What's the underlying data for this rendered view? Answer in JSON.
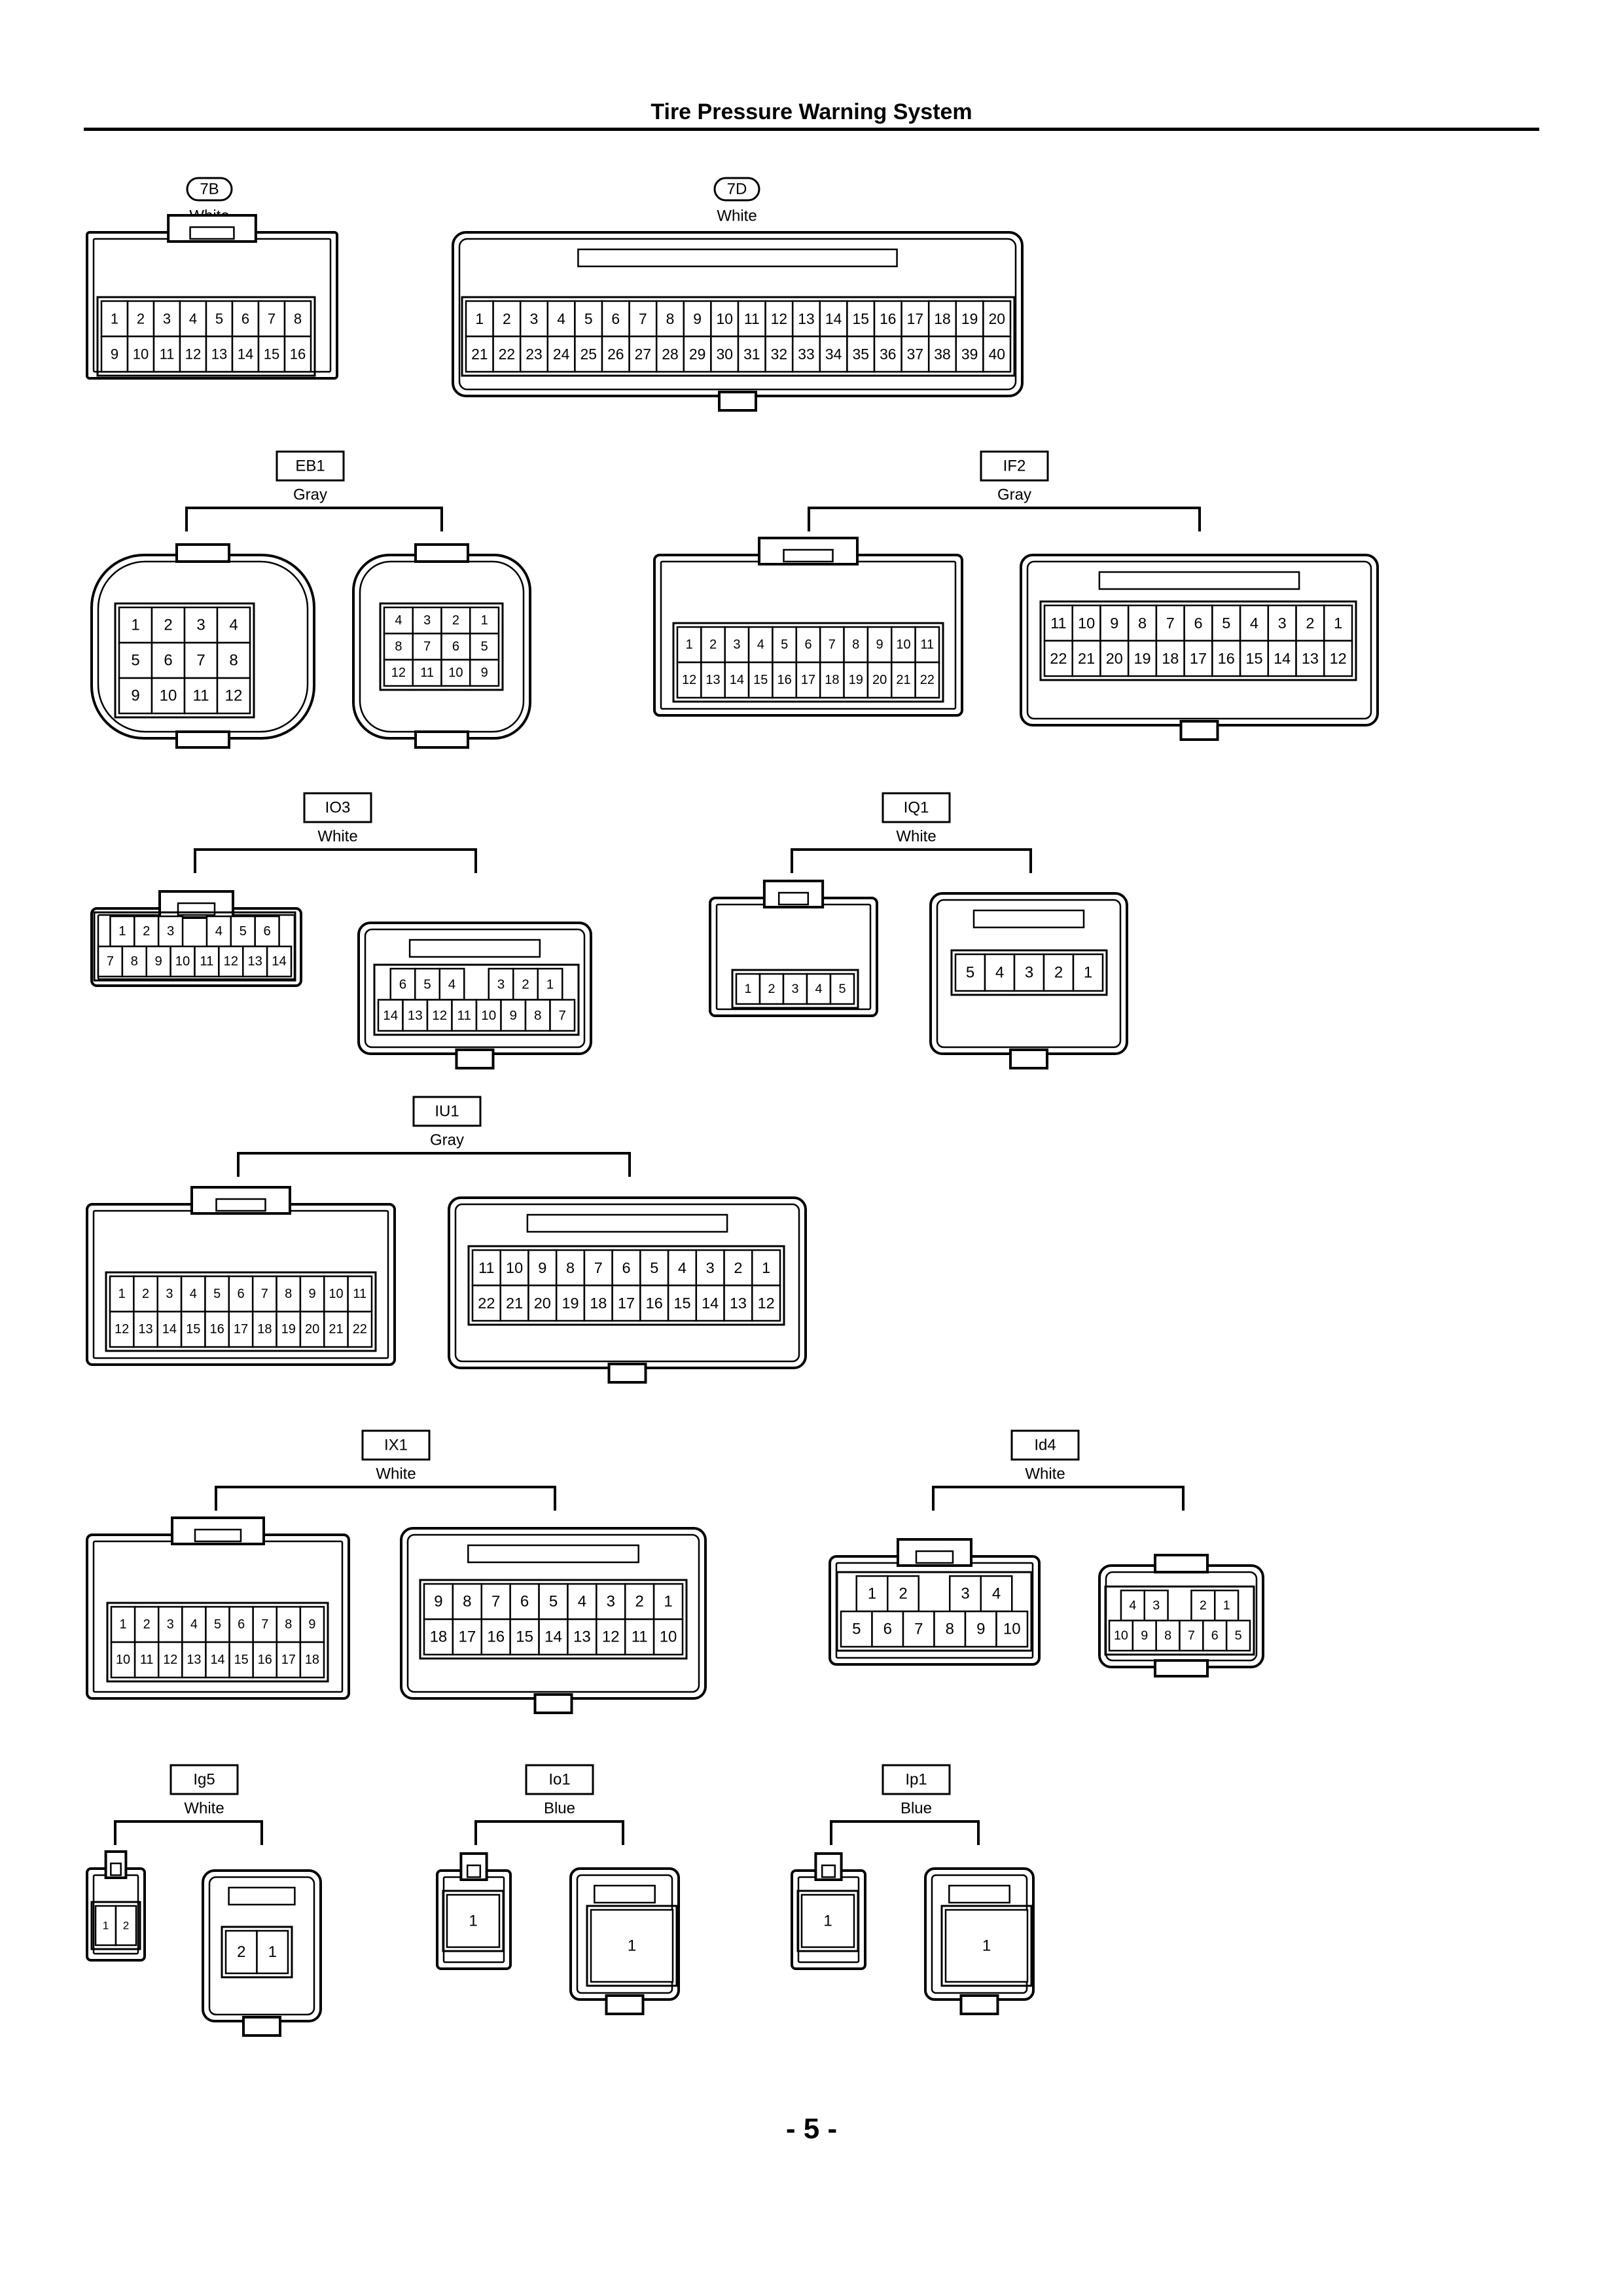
{
  "header": {
    "title": "Tire Pressure Warning System"
  },
  "footer": {
    "page_number": "- 5 -"
  },
  "connectors": [
    {
      "id": "7B",
      "color": "White",
      "views": [
        {
          "rows": [
            [
              "1",
              "2",
              "3",
              "4",
              "5",
              "6",
              "7",
              "8"
            ],
            [
              "9",
              "10",
              "11",
              "12",
              "13",
              "14",
              "15",
              "16"
            ]
          ]
        }
      ]
    },
    {
      "id": "7D",
      "color": "White",
      "views": [
        {
          "rows": [
            [
              "1",
              "2",
              "3",
              "4",
              "5",
              "6",
              "7",
              "8",
              "9",
              "10",
              "11",
              "12",
              "13",
              "14",
              "15",
              "16",
              "17",
              "18",
              "19",
              "20"
            ],
            [
              "21",
              "22",
              "23",
              "24",
              "25",
              "26",
              "27",
              "28",
              "29",
              "30",
              "31",
              "32",
              "33",
              "34",
              "35",
              "36",
              "37",
              "38",
              "39",
              "40"
            ]
          ]
        }
      ]
    },
    {
      "id": "EB1",
      "color": "Gray",
      "views": [
        {
          "rows": [
            [
              "1",
              "2",
              "3",
              "4"
            ],
            [
              "5",
              "6",
              "7",
              "8"
            ],
            [
              "9",
              "10",
              "11",
              "12"
            ]
          ]
        },
        {
          "rows": [
            [
              "4",
              "3",
              "2",
              "1"
            ],
            [
              "8",
              "7",
              "6",
              "5"
            ],
            [
              "12",
              "11",
              "10",
              "9"
            ]
          ]
        }
      ]
    },
    {
      "id": "IF2",
      "color": "Gray",
      "views": [
        {
          "rows": [
            [
              "1",
              "2",
              "3",
              "4",
              "5",
              "6",
              "7",
              "8",
              "9",
              "10",
              "11"
            ],
            [
              "12",
              "13",
              "14",
              "15",
              "16",
              "17",
              "18",
              "19",
              "20",
              "21",
              "22"
            ]
          ]
        },
        {
          "rows": [
            [
              "11",
              "10",
              "9",
              "8",
              "7",
              "6",
              "5",
              "4",
              "3",
              "2",
              "1"
            ],
            [
              "22",
              "21",
              "20",
              "19",
              "18",
              "17",
              "16",
              "15",
              "14",
              "13",
              "12"
            ]
          ]
        }
      ]
    },
    {
      "id": "IO3",
      "color": "White",
      "views": [
        {
          "rows": [
            [
              "1",
              "2",
              "3",
              "",
              "4",
              "5",
              "6"
            ],
            [
              "7",
              "8",
              "9",
              "10",
              "11",
              "12",
              "13",
              "14"
            ]
          ]
        },
        {
          "rows": [
            [
              "6",
              "5",
              "4",
              "",
              "3",
              "2",
              "1"
            ],
            [
              "14",
              "13",
              "12",
              "11",
              "10",
              "9",
              "8",
              "7"
            ]
          ]
        }
      ]
    },
    {
      "id": "IQ1",
      "color": "White",
      "views": [
        {
          "rows": [
            [
              "1",
              "2",
              "3",
              "4",
              "5"
            ]
          ]
        },
        {
          "rows": [
            [
              "5",
              "4",
              "3",
              "2",
              "1"
            ]
          ]
        }
      ]
    },
    {
      "id": "IU1",
      "color": "Gray",
      "views": [
        {
          "rows": [
            [
              "1",
              "2",
              "3",
              "4",
              "5",
              "6",
              "7",
              "8",
              "9",
              "10",
              "11"
            ],
            [
              "12",
              "13",
              "14",
              "15",
              "16",
              "17",
              "18",
              "19",
              "20",
              "21",
              "22"
            ]
          ]
        },
        {
          "rows": [
            [
              "11",
              "10",
              "9",
              "8",
              "7",
              "6",
              "5",
              "4",
              "3",
              "2",
              "1"
            ],
            [
              "22",
              "21",
              "20",
              "19",
              "18",
              "17",
              "16",
              "15",
              "14",
              "13",
              "12"
            ]
          ]
        }
      ]
    },
    {
      "id": "IX1",
      "color": "White",
      "views": [
        {
          "rows": [
            [
              "1",
              "2",
              "3",
              "4",
              "5",
              "6",
              "7",
              "8",
              "9"
            ],
            [
              "10",
              "11",
              "12",
              "13",
              "14",
              "15",
              "16",
              "17",
              "18"
            ]
          ]
        },
        {
          "rows": [
            [
              "9",
              "8",
              "7",
              "6",
              "5",
              "4",
              "3",
              "2",
              "1"
            ],
            [
              "18",
              "17",
              "16",
              "15",
              "14",
              "13",
              "12",
              "11",
              "10"
            ]
          ]
        }
      ]
    },
    {
      "id": "Id4",
      "color": "White",
      "views": [
        {
          "rows": [
            [
              "1",
              "2",
              "",
              "3",
              "4"
            ],
            [
              "5",
              "6",
              "7",
              "8",
              "9",
              "10"
            ]
          ]
        },
        {
          "rows": [
            [
              "4",
              "3",
              "",
              "2",
              "1"
            ],
            [
              "10",
              "9",
              "8",
              "7",
              "6",
              "5"
            ]
          ]
        }
      ]
    },
    {
      "id": "Ig5",
      "color": "White",
      "views": [
        {
          "rows": [
            [
              "1",
              "2"
            ]
          ]
        },
        {
          "rows": [
            [
              "2",
              "1"
            ]
          ]
        }
      ]
    },
    {
      "id": "Io1",
      "color": "Blue",
      "views": [
        {
          "rows": [
            [
              "1"
            ]
          ]
        },
        {
          "rows": [
            [
              "1"
            ]
          ]
        }
      ]
    },
    {
      "id": "Ip1",
      "color": "Blue",
      "views": [
        {
          "rows": [
            [
              "1"
            ]
          ]
        },
        {
          "rows": [
            [
              "1"
            ]
          ]
        }
      ]
    }
  ]
}
